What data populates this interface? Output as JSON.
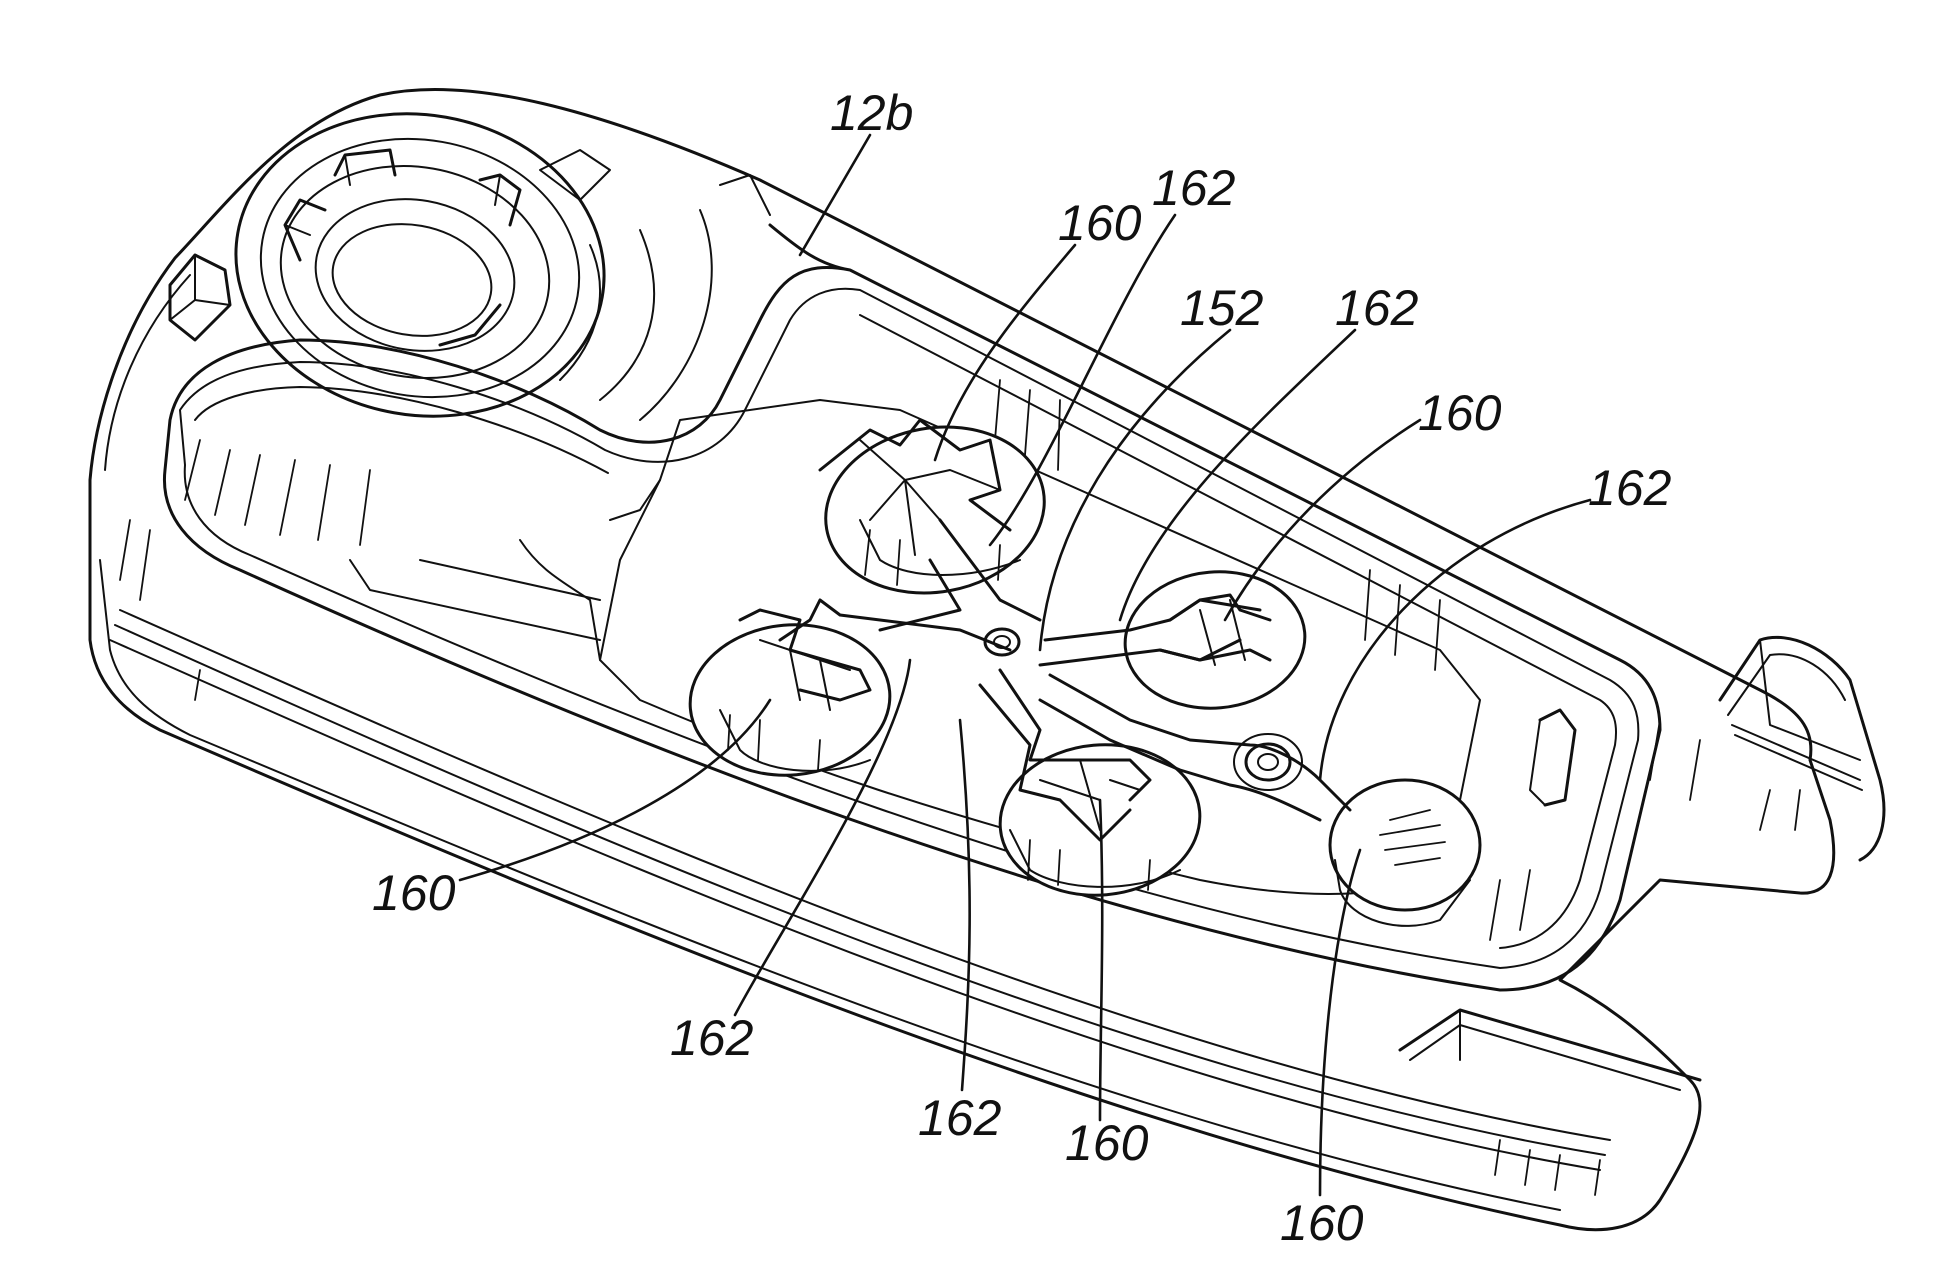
{
  "labels": {
    "housing": "12b",
    "hub": "152",
    "spoke_top": "162",
    "spoke_upper_right": "162",
    "spoke_right": "162",
    "spoke_lower_left": "162",
    "spoke_bottom": "162",
    "well_top": "160",
    "well_upper_right": "160",
    "well_left": "160",
    "well_bottom": "160",
    "well_bottom_right": "160"
  }
}
